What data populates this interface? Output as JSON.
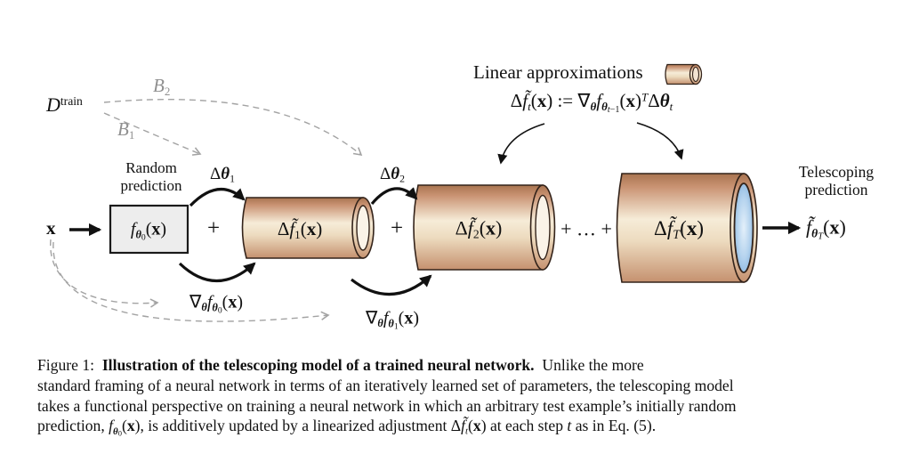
{
  "colors": {
    "cylinder_tan_dark": "#a87450",
    "cylinder_tan_light": "#f6ecd8",
    "cylinder_tan_bottom": "#c5916f",
    "lens_blue_edge": "#7fafdb",
    "lens_blue_center": "#e4f0fa",
    "hole_cream": "#faf3e8",
    "box_fill": "#ededed",
    "outline_brown": "#33231a",
    "dashed_gray": "#a3a3a3",
    "text_black": "#111111"
  },
  "diagram": {
    "dataset_label": "<i>D</i><sup>train</sup>",
    "batch2_label": "<i>B</i><sub>2</sub>",
    "batch1_label": "<i>B</i><sub>1</sub>",
    "random_prediction_label": "Random<br>prediction",
    "input_label": "x",
    "initial_prediction": "<i>f</i><sub><b><i>θ</i></b><sub>0</sub></sub>(<b>x</b>)",
    "plus_1": "+",
    "plus_2": "+",
    "plus_dots": "+ … +",
    "delta_theta_1": "Δ<b><i>θ</i></b><sub>1</sub>",
    "delta_theta_2": "Δ<b><i>θ</i></b><sub>2</sub>",
    "cylinder_1_label": "Δ<i>f̃</i><sub>1</sub>(<b>x</b>)",
    "cylinder_2_label": "Δ<i>f̃</i><sub>2</sub>(<b>x</b>)",
    "cylinder_T_label": "Δ<i>f̃</i><sub><i>T</i></sub>(<b>x</b>)",
    "grad_0_label": "∇<sub><b><i>θ</i></b></sub><i>f</i><sub><b><i>θ</i></b><sub>0</sub></sub>(<b>x</b>)",
    "grad_1_label": "∇<sub><b><i>θ</i></b></sub><i>f</i><sub><b><i>θ</i></b><sub>1</sub></sub>(<b>x</b>)",
    "linear_approx_title": "Linear approximations",
    "linear_approx_equation": "Δ<i>f̃</i><sub><i>t</i></sub>(<b>x</b>) := ∇<sub><b><i>θ</i></b></sub><i>f</i><sub><b><i>θ</i></b><sub><i>t</i>−1</sub></sub>(<b>x</b>)<sup><i>T</i></sup>Δ<b><i>θ</i></b><sub><i>t</i></sub>",
    "telescoping_label": "Telescoping<br>prediction",
    "output_prediction": "<i>f̃</i><sub><b><i>θ</i></b><sub><i>T</i></sub></sub>(<b>x</b>)",
    "icons": {
      "small_cylinder": "cylinder-icon"
    }
  },
  "caption": {
    "line1": "Figure 1:&nbsp; <b>Illustration of the telescoping model of a trained neural network.</b>&nbsp; Unlike the more",
    "line2": "standard framing of a neural network in terms of an iteratively learned set of parameters, the telescoping model",
    "line3": "takes a functional perspective on training a neural network in which an arbitrary test example’s initially random",
    "line4": "prediction, <i>f</i><sub><b><i>θ</i></b><sub>0</sub></sub>(<b>x</b>), is additively updated by a linearized adjustment Δ<i>f̃</i><sub><i>t</i></sub>(<b>x</b>) at each step <i>t</i> as in Eq. (5)."
  }
}
